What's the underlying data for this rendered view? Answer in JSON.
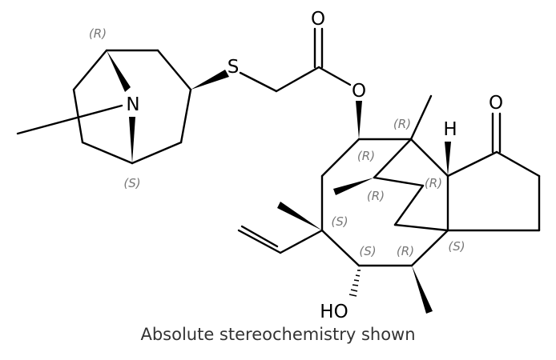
{
  "atoms": {
    "n": "N",
    "s": "S",
    "o_carbonyl": "O",
    "o_ester": "O",
    "o_ketone": "O",
    "h": "H",
    "ho": "HO"
  },
  "stereo_labels": {
    "tropane_top": "(R)",
    "tropane_bottom": "(S)",
    "ester_carbon": "(R)",
    "quaternary_methyl": "(R)",
    "bridge_carbon": "(R)",
    "bridge_right": "(R)",
    "vinyl_carbon": "(S)",
    "hydroxyl_carbon": "(S)",
    "methyl_carbon": "(R)",
    "ring_junction": "(S)"
  },
  "caption": "Absolute stereochemistry shown"
}
